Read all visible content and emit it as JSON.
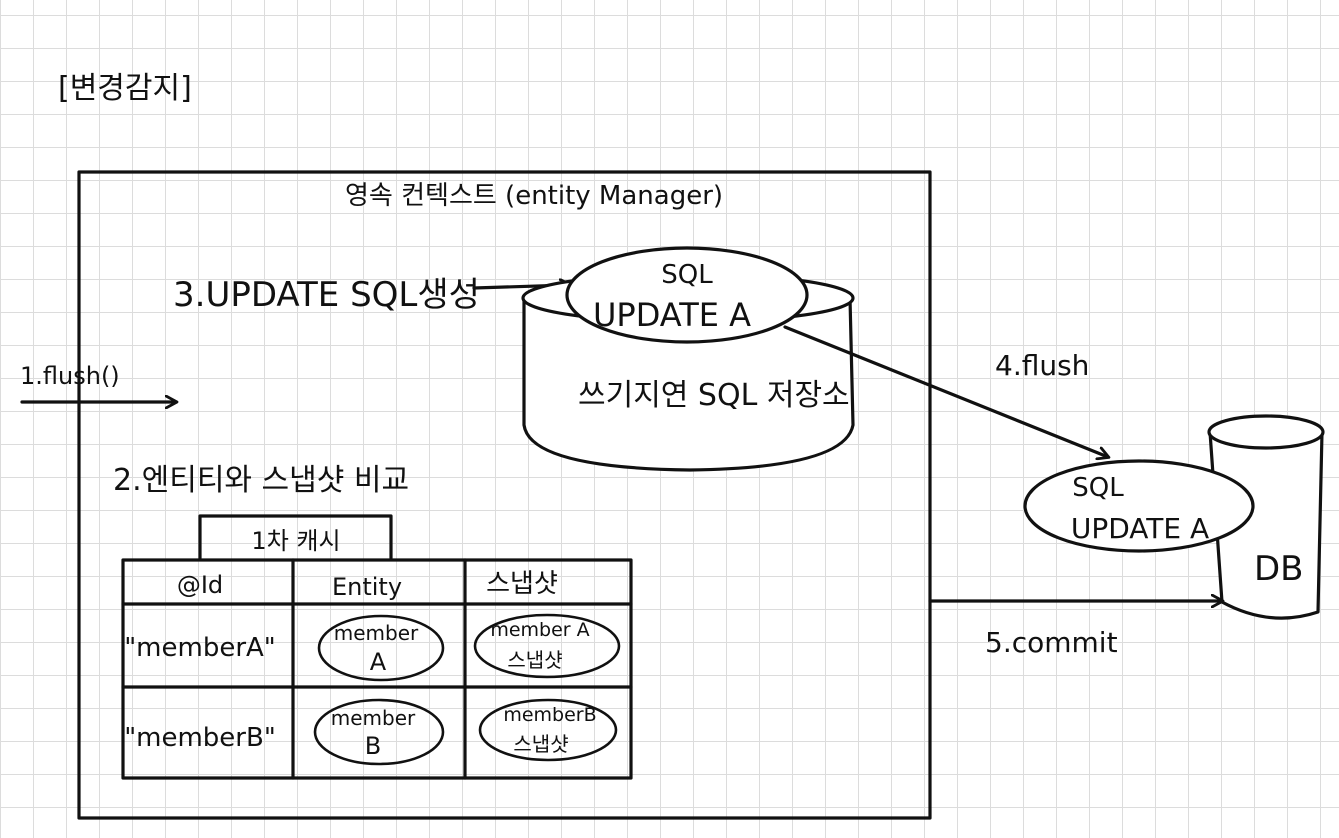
{
  "title": "[변경감지]",
  "context_label": "영속 컨텍스트 (entity Manager)",
  "steps": {
    "step1": "1.flush()",
    "step2": "2.엔티티와 스냅샷 비교",
    "step3": "3.UPDATE SQL생성",
    "step4": "4.flush",
    "step5": "5.commit"
  },
  "sql_store": {
    "label": "쓰기지연 SQL 저장소",
    "item_line1": "SQL",
    "item_line2": "UPDATE A"
  },
  "db": {
    "label": "DB",
    "item_line1": "SQL",
    "item_line2": "UPDATE A"
  },
  "cache": {
    "title": "1차 캐시",
    "headers": [
      "@Id",
      "Entity",
      "스냅샷"
    ],
    "rows": [
      {
        "id": "\"memberA\"",
        "entity_line1": "member",
        "entity_line2": "A",
        "snapshot_line1": "member A",
        "snapshot_line2": "스냅샷"
      },
      {
        "id": "\"memberB\"",
        "entity_line1": "member",
        "entity_line2": "B",
        "snapshot_line1": "memberB",
        "snapshot_line2": "스냅샷"
      }
    ]
  }
}
